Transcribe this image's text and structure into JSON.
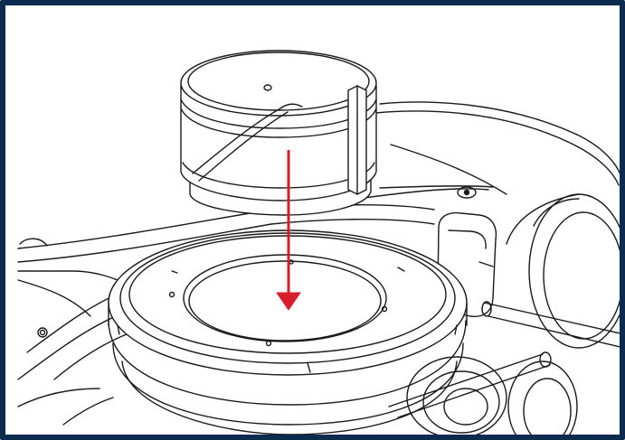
{
  "figure": {
    "frame_color": "#0d2a4f",
    "arrow_color": "#d81e2a",
    "line_color": "#1a1a1a",
    "fill_color": "#ffffff"
  },
  "parts": {
    "upper_cup": "cylindrical-cap-with-wire-handle",
    "lower_mount": "circular-receiving-seat",
    "arrow": "down-arrow-insertion-direction"
  }
}
